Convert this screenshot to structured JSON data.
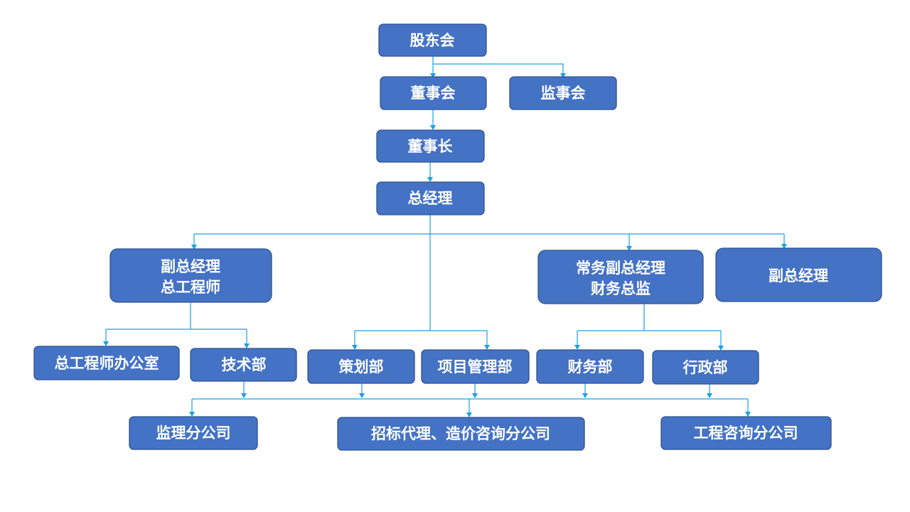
{
  "colors": {
    "box_fill": "#4472C4",
    "box_border": "#2F528F",
    "connector": "#1BA1E2",
    "text": "#ffffff"
  },
  "nodes": {
    "shareholders": "股东会",
    "board": "董事会",
    "supervisors": "监事会",
    "chairman": "董事长",
    "gm": "总经理",
    "vp_chief_engineer_line1": "副总经理",
    "vp_chief_engineer_line2": "总工程师",
    "exec_vp_line1": "常务副总经理",
    "exec_vp_line2": "财务总监",
    "vp": "副总经理",
    "chief_engineer_office": "总工程师办公室",
    "tech_dept": "技术部",
    "planning_dept": "策划部",
    "project_mgmt_dept": "项目管理部",
    "finance_dept": "财务部",
    "admin_dept": "行政部",
    "supervision_branch": "监理分公司",
    "bidding_branch": "招标代理、造价咨询分公司",
    "consulting_branch": "工程咨询分公司"
  }
}
